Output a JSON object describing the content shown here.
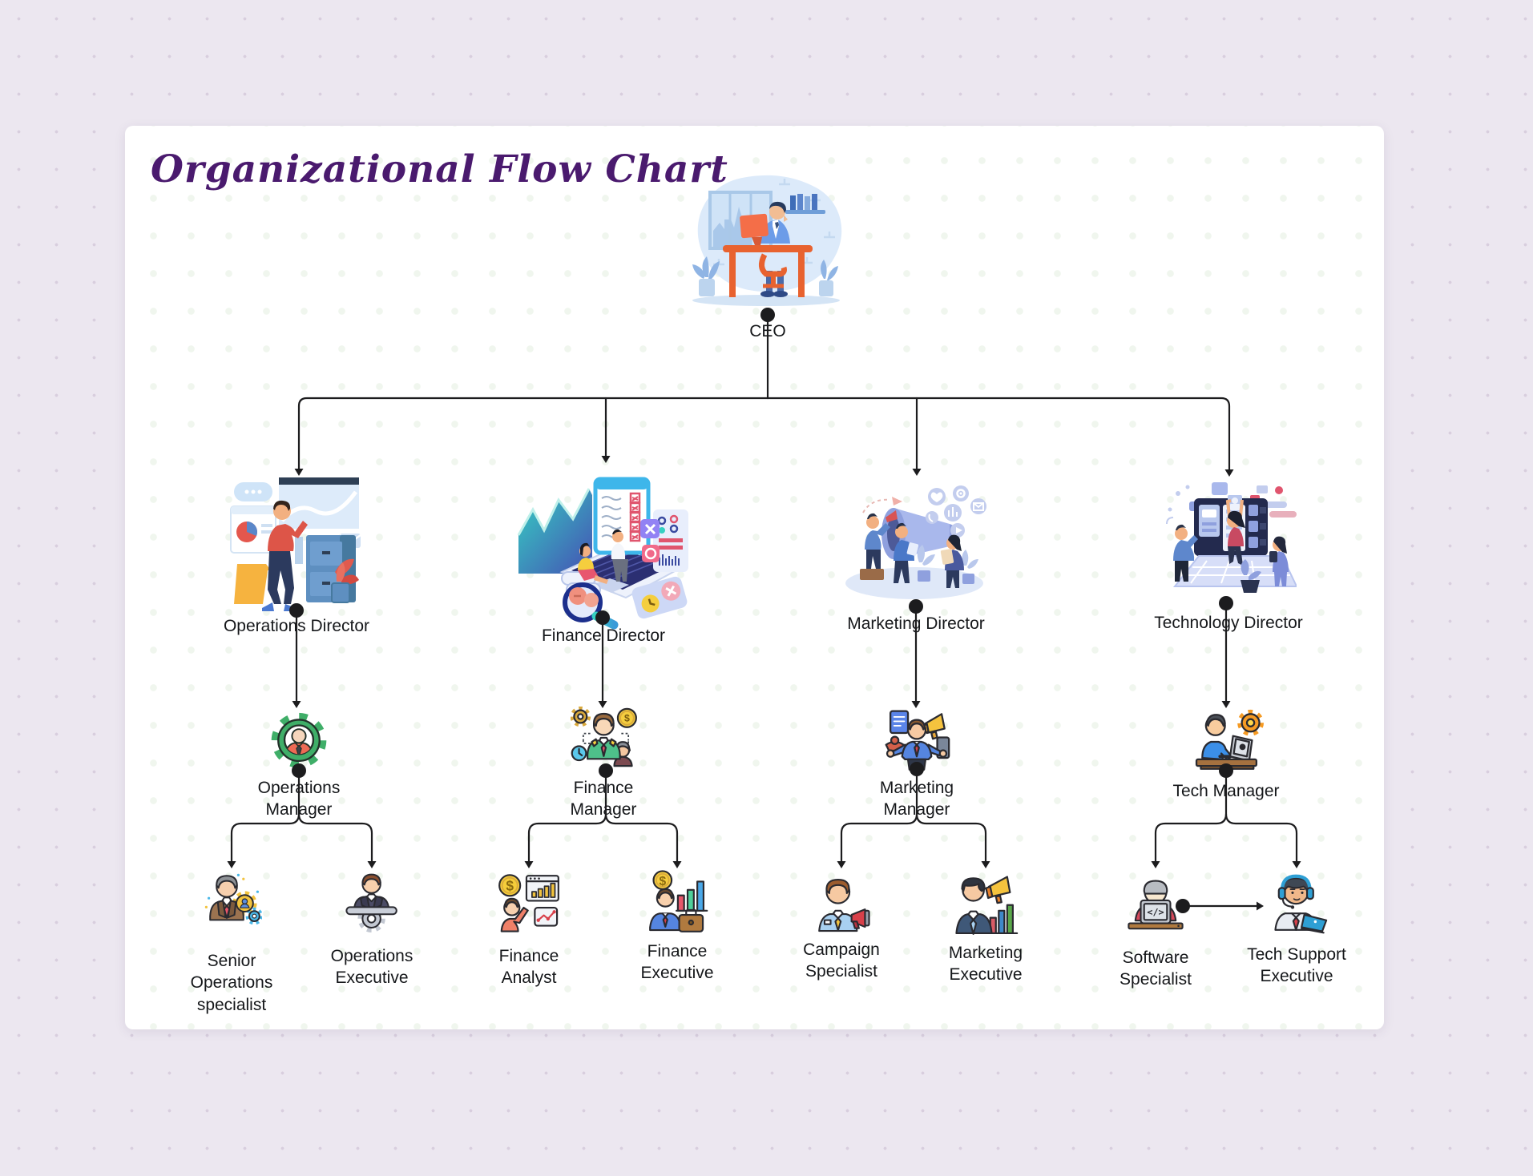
{
  "title": "Organizational Flow Chart",
  "colors": {
    "title_text": "#4a1a6e",
    "page_background": "#ece7f0",
    "canvas_background": "#ffffff",
    "connector_line": "#1c1c1e"
  },
  "nodes": {
    "ceo": {
      "label": "CEO",
      "icon": "ceo-at-desk-illustration"
    },
    "operations_director": {
      "label": "Operations Director",
      "icon": "operations-presentation-illustration"
    },
    "finance_director": {
      "label": "Finance Director",
      "icon": "finance-analytics-illustration"
    },
    "marketing_director": {
      "label": "Marketing Director",
      "icon": "marketing-megaphone-illustration"
    },
    "technology_director": {
      "label": "Technology Director",
      "icon": "technology-platform-illustration"
    },
    "operations_manager": {
      "label": "Operations Manager",
      "icon": "gear-person-icon"
    },
    "finance_manager": {
      "label": "Finance Manager",
      "icon": "finance-team-lead-icon"
    },
    "marketing_manager": {
      "label": "Marketing Manager",
      "icon": "multitasking-marketer-icon"
    },
    "tech_manager": {
      "label": "Tech Manager",
      "icon": "developer-desk-gear-icon"
    },
    "senior_operations_specialist": {
      "label": "Senior Operations specialist",
      "icon": "senior-specialist-gears-icon"
    },
    "operations_executive": {
      "label": "Operations Executive",
      "icon": "executive-desk-gear-icon"
    },
    "finance_analyst": {
      "label": "Finance Analyst",
      "icon": "analyst-coin-chart-icon"
    },
    "finance_executive": {
      "label": "Finance Executive",
      "icon": "executive-coin-briefcase-icon"
    },
    "campaign_specialist": {
      "label": "Campaign Specialist",
      "icon": "campaign-megaphone-person-icon"
    },
    "marketing_executive": {
      "label": "Marketing Executive",
      "icon": "marketer-megaphone-chart-icon"
    },
    "software_specialist": {
      "label": "Software Specialist",
      "icon": "coder-laptop-icon"
    },
    "tech_support_executive": {
      "label": "Tech Support Executive",
      "icon": "headset-support-icon"
    }
  },
  "edges": [
    {
      "from": "ceo",
      "to": "operations_director"
    },
    {
      "from": "ceo",
      "to": "finance_director"
    },
    {
      "from": "ceo",
      "to": "marketing_director"
    },
    {
      "from": "ceo",
      "to": "technology_director"
    },
    {
      "from": "operations_director",
      "to": "operations_manager"
    },
    {
      "from": "finance_director",
      "to": "finance_manager"
    },
    {
      "from": "marketing_director",
      "to": "marketing_manager"
    },
    {
      "from": "technology_director",
      "to": "tech_manager"
    },
    {
      "from": "operations_manager",
      "to": "senior_operations_specialist"
    },
    {
      "from": "operations_manager",
      "to": "operations_executive"
    },
    {
      "from": "finance_manager",
      "to": "finance_analyst"
    },
    {
      "from": "finance_manager",
      "to": "finance_executive"
    },
    {
      "from": "marketing_manager",
      "to": "campaign_specialist"
    },
    {
      "from": "marketing_manager",
      "to": "marketing_executive"
    },
    {
      "from": "tech_manager",
      "to": "software_specialist"
    },
    {
      "from": "tech_manager",
      "to": "tech_support_executive"
    },
    {
      "from": "software_specialist",
      "to": "tech_support_executive",
      "style": "horizontal-arrow"
    }
  ]
}
